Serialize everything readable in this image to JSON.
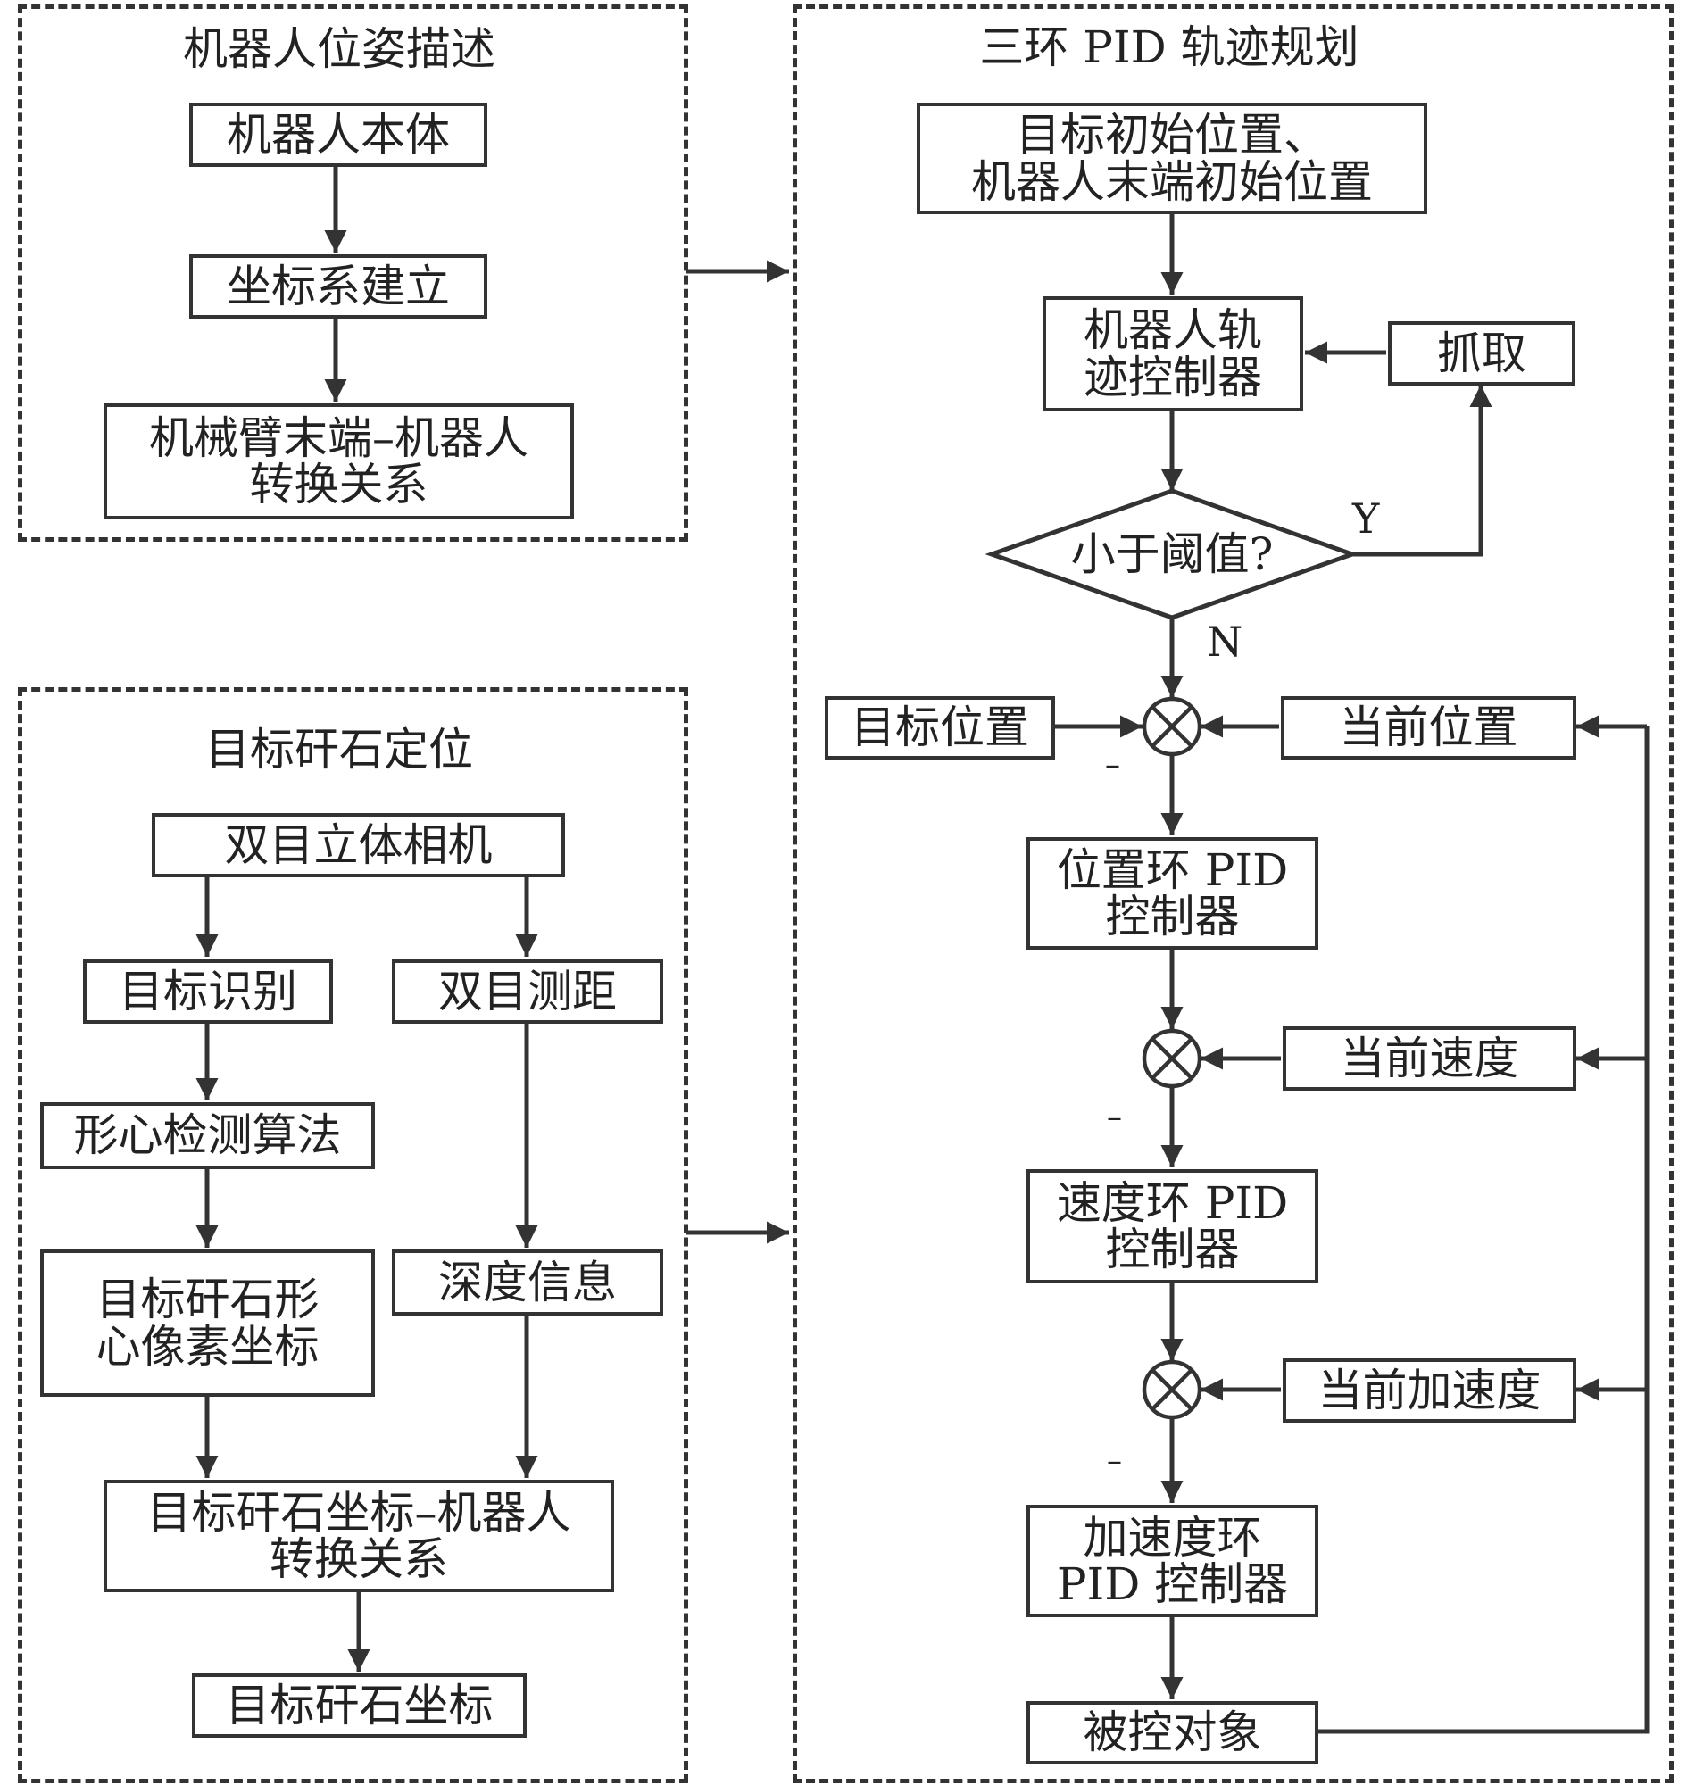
{
  "regions": {
    "pose": {
      "title": "机器人位姿描述"
    },
    "locate": {
      "title": "目标矸石定位"
    },
    "pid": {
      "title": "三环 PID 轨迹规划"
    }
  },
  "pose_boxes": {
    "robot_body": "机器人本体",
    "coord_setup": "坐标系建立",
    "arm_robot_transform": "机械臂末端–机器人\n转换关系"
  },
  "locate_boxes": {
    "stereo_camera": "双目立体相机",
    "target_recognition": "目标识别",
    "stereo_ranging": "双目测距",
    "centroid_algorithm": "形心检测算法",
    "centroid_pixel_coords": "目标矸石形\n心像素坐标",
    "depth_info": "深度信息",
    "gangue_robot_transform": "目标矸石坐标–机器人\n转换关系",
    "gangue_coords": "目标矸石坐标"
  },
  "pid_boxes": {
    "initial_positions": "目标初始位置、\n机器人末端初始位置",
    "trajectory_controller": "机器人轨\n迹控制器",
    "grab": "抓取",
    "threshold_decision": "小于阈值?",
    "target_position": "目标位置",
    "current_position": "当前位置",
    "position_pid": "位置环 PID\n控制器",
    "current_velocity": "当前速度",
    "velocity_pid": "速度环 PID\n控制器",
    "current_acceleration": "当前加速度",
    "acceleration_pid": "加速度环\nPID 控制器",
    "plant": "被控对象"
  },
  "labels": {
    "yes": "Y",
    "no": "N",
    "minus": "–"
  }
}
